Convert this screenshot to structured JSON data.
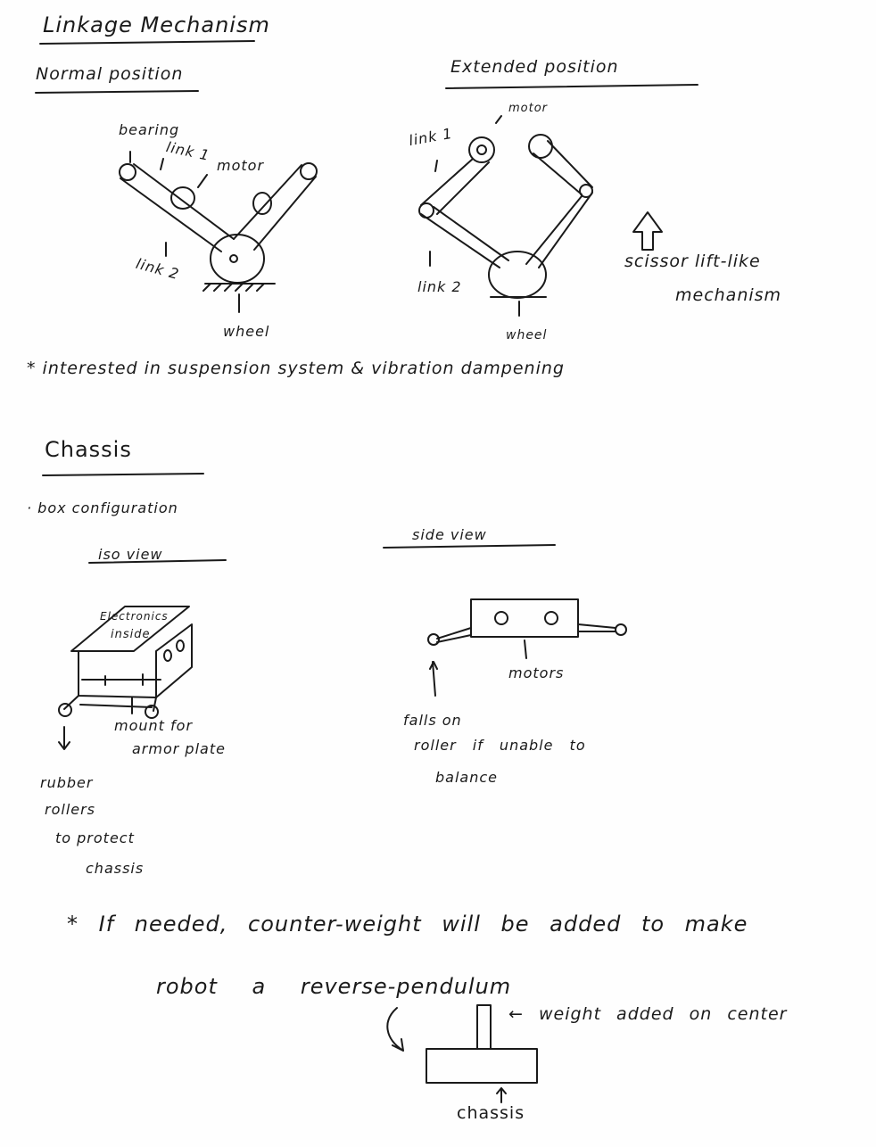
{
  "linkage": {
    "title": "Linkage Mechanism",
    "normal": {
      "heading": "Normal position",
      "bearing": "bearing",
      "link1": "link 1",
      "motor": "motor",
      "link2": "link 2",
      "wheel": "wheel"
    },
    "extended": {
      "heading": "Extended position",
      "link1": "link 1",
      "motor": "motor",
      "link2": "link 2",
      "wheel": "wheel"
    },
    "scissor_line1": "scissor lift-like",
    "scissor_line2": "mechanism",
    "note": "* interested in suspension system & vibration dampening"
  },
  "chassis": {
    "title": "Chassis",
    "bullet": "· box configuration",
    "iso": {
      "heading": "iso view",
      "electronics": "Electronics",
      "inside": "inside",
      "mount1": "mount for",
      "mount2": "armor plate",
      "rubber": [
        "rubber",
        "rollers",
        "to protect",
        "chassis"
      ]
    },
    "side": {
      "heading": "side view",
      "motors": "motors",
      "falls": [
        "falls on",
        "roller if unable to",
        "balance"
      ]
    },
    "note_line1": "* If needed, counter-weight will be added to make",
    "note_line2": "robot a reverse-pendulum",
    "weight_label": "← weight added on center",
    "chassis_label": "chassis"
  }
}
